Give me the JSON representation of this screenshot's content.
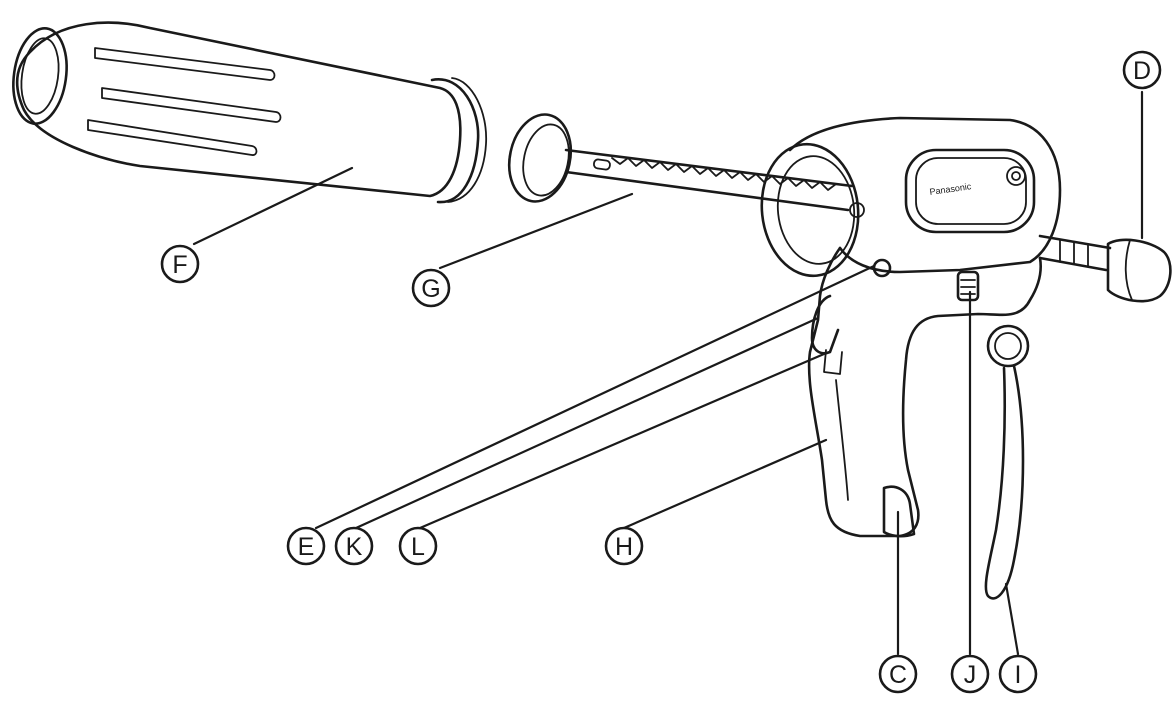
{
  "product": {
    "brand_plate_text": "Panasonic"
  },
  "callouts": [
    {
      "id": "label-C",
      "letter": "C",
      "part": "battery-cover"
    },
    {
      "id": "label-D",
      "letter": "D",
      "part": "rod-end-knob"
    },
    {
      "id": "label-E",
      "letter": "E",
      "part": "release-button"
    },
    {
      "id": "label-F",
      "letter": "F",
      "part": "cartridge-tube"
    },
    {
      "id": "label-G",
      "letter": "G",
      "part": "plunger-rod"
    },
    {
      "id": "label-H",
      "letter": "H",
      "part": "grip-handle"
    },
    {
      "id": "label-I",
      "letter": "I",
      "part": "hand-strap"
    },
    {
      "id": "label-J",
      "letter": "J",
      "part": "speed-dial"
    },
    {
      "id": "label-K",
      "letter": "K",
      "part": "trigger"
    },
    {
      "id": "label-L",
      "letter": "L",
      "part": "lock-switch"
    }
  ],
  "style": {
    "ink_color": "#1a1a1a",
    "paper_color": "#ffffff"
  }
}
